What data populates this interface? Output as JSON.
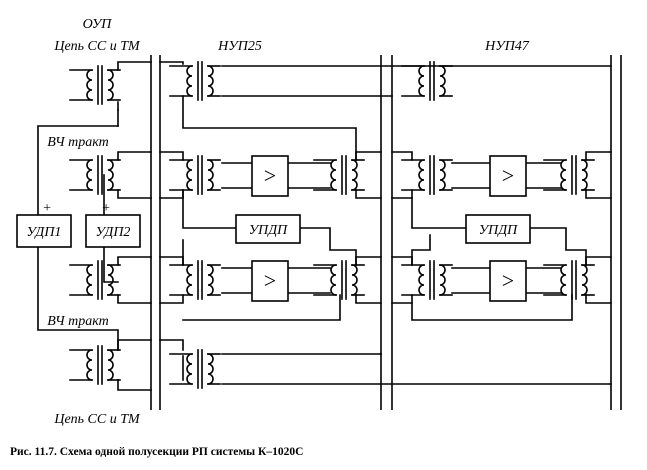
{
  "labels": {
    "oup": "ОУП",
    "chain_top": "Цепь СС и ТМ",
    "nup25": "НУП25",
    "nup47": "НУП47",
    "hf_top": "ВЧ тракт",
    "hf_bottom": "ВЧ тракт",
    "chain_bottom": "Цепь СС и ТМ"
  },
  "blocks": {
    "udp1": "УДП1",
    "udp2": "УДП2",
    "updp_1": "УПДП",
    "updp_2": "УПДП",
    "amp_symbol": ">",
    "plus": "+"
  },
  "caption": "Рис. 11.7. Схема одной полусекции РП системы К–1020С"
}
